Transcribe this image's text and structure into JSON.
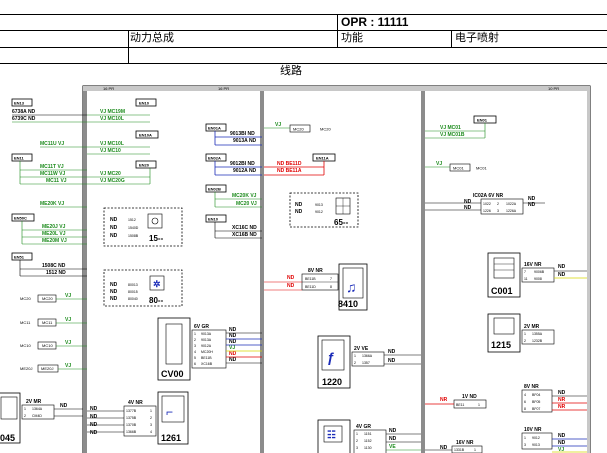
{
  "header": {
    "opr": "OPR : 11111",
    "system": "动力总成",
    "function_label": "功能",
    "function_value": "电子喷射",
    "section_title": "线路"
  },
  "frame": {
    "top_left_marker": "16 PR",
    "top_mid_marker": "16 PR",
    "top_right_marker": "10 PR"
  },
  "colors": {
    "wire_black": "#111111",
    "wire_blue": "#1a2bb8",
    "wire_red": "#e00000",
    "wire_yellow": "#d8d800",
    "grey_bar": "#8c8c8c"
  },
  "left_column": {
    "boxes": [
      "EN13",
      "EN10",
      "EN10A",
      "EN11",
      "EN20",
      "EN50C",
      "EN51"
    ],
    "labels": [
      "6738A ND",
      "6739C ND",
      "VJ MC19M",
      "VJ MC10L",
      "MC11U VJ",
      "VJ MC10L",
      "VJ MC10",
      "MC11T VJ",
      "MC11W VJ",
      "MC11 VJ",
      "VJ MC20",
      "VJ MC20G",
      "ME20K VJ",
      "ME20J VJ",
      "ME20L VJ",
      "ME20M VJ",
      "1508C ND",
      "1512 ND"
    ],
    "small_connectors": [
      {
        "code": "MC20",
        "wire": "VJ"
      },
      {
        "code": "MC11",
        "wire": "VJ"
      },
      {
        "code": "MC10",
        "wire": "VJ"
      },
      {
        "code": "ME20J",
        "wire": "VJ"
      }
    ]
  },
  "components": {
    "c15": {
      "label": "15--",
      "pins": [
        "ND",
        "ND",
        "ND"
      ],
      "wires": [
        "1512",
        "1540D",
        "1508B"
      ]
    },
    "c80": {
      "label": "80--",
      "pins": [
        "ND",
        "ND",
        "ND"
      ],
      "wires": [
        "80013",
        "80015",
        "80040"
      ]
    },
    "c65": {
      "label": "65--",
      "pins": [
        "ND",
        "ND"
      ],
      "wires": [
        "9013",
        "9012"
      ]
    },
    "c8410": {
      "label": "8410",
      "head": "8V NR",
      "pins": [
        "ND",
        "ND"
      ],
      "wires": [
        "BE11B",
        "BE11D"
      ],
      "nums": [
        "7",
        "8"
      ]
    },
    "cv00": {
      "label": "CV00",
      "head": "6V GR",
      "rows": [
        {
          "n": "1",
          "w": "9013A",
          "e": "ND"
        },
        {
          "n": "2",
          "w": "9013A",
          "e": "ND"
        },
        {
          "n": "3",
          "w": "9012A",
          "e": "ND"
        },
        {
          "n": "4",
          "w": "MC20H",
          "e": "VJ"
        },
        {
          "n": "5",
          "w": "BE11B",
          "e": "ND"
        },
        {
          "n": "6",
          "w": "XC16B",
          "e": "ND"
        }
      ]
    },
    "c1220": {
      "label": "1220",
      "head": "2V VE",
      "rows": [
        {
          "n": "1",
          "w": "1366A",
          "e": "ND"
        },
        {
          "n": "2",
          "w": "1357",
          "e": "ND"
        }
      ]
    },
    "c1261": {
      "label": "1261",
      "head": "4V NR",
      "rows": [
        {
          "n": "1",
          "w": "1377B",
          "e": ""
        },
        {
          "n": "2",
          "w": "1375B",
          "e": ""
        },
        {
          "n": "3",
          "w": "1370B",
          "e": ""
        },
        {
          "n": "4",
          "w": "1366B",
          "e": ""
        }
      ],
      "left": [
        "ND",
        "ND",
        "ND",
        "ND"
      ]
    },
    "c1045": {
      "label": "045",
      "head": "2V MR",
      "rows": [
        {
          "n": "1",
          "w": "1364A",
          "e": "ND"
        },
        {
          "n": "2",
          "w": "CM4D",
          "e": ""
        }
      ]
    },
    "c4vgr": {
      "head": "4V GR",
      "rows": [
        {
          "n": "1",
          "w": "1151",
          "e": "ND"
        },
        {
          "n": "2",
          "w": "1152",
          "e": "ND"
        },
        {
          "n": "3",
          "w": "1130",
          "e": "VE"
        }
      ]
    },
    "c001": {
      "label": "C001",
      "head": "16V NR",
      "rows": [
        {
          "n": "7",
          "w": "9006B",
          "e": "ND"
        },
        {
          "n": "11",
          "w": "9008",
          "e": "ND"
        }
      ]
    },
    "c1215": {
      "label": "1215",
      "head": "2V MR",
      "rows": [
        {
          "n": "1",
          "w": "1355A",
          "e": ""
        },
        {
          "n": "2",
          "w": "1232B",
          "e": ""
        }
      ]
    },
    "cic02a": {
      "head": "IC02A  6V NR",
      "rows": [
        {
          "n": "2",
          "w": "1022A",
          "e": "ND"
        },
        {
          "n": "3",
          "w": "1226A",
          "e": "ND"
        }
      ],
      "left": [
        "ND",
        "ND"
      ],
      "leftw": [
        "1022",
        "1226"
      ]
    },
    "c8vnr": {
      "head": "8V NR",
      "rows": [
        {
          "n": "4",
          "w": "BF04",
          "e": "ND"
        },
        {
          "n": "6",
          "w": "BF05",
          "e": "NR"
        },
        {
          "n": "8",
          "w": "BF07",
          "e": "NR"
        }
      ]
    },
    "c10vnr": {
      "head": "10V NR",
      "rows": [
        {
          "n": "1",
          "w": "9012",
          "e": "ND"
        },
        {
          "n": "3",
          "w": "9013",
          "e": "ND"
        },
        {
          "n": "",
          "w": "",
          "e": "VJ"
        }
      ]
    },
    "c1vnd": {
      "head": "1V ND",
      "rows": [
        {
          "n": "1",
          "w": "BE11",
          "e": "NR"
        }
      ]
    },
    "c16vnr_b": {
      "head": "16V NR",
      "rows": [
        {
          "n": "1",
          "w": "1331B",
          "e": "ND"
        }
      ]
    }
  },
  "middle_column": {
    "boxes": [
      "EN11A",
      "EN01A",
      "EN02A",
      "EN02B",
      "EN10"
    ],
    "labels": [
      "9013BI ND",
      "9013A ND",
      "9012BI ND",
      "9012A ND",
      "ND BE11D",
      "ND BE11A",
      "MC20K VJ",
      "MC20 VJ",
      "XC16C ND",
      "XC16B ND"
    ],
    "vj_mc20": {
      "wire": "VJ",
      "code": "MC20",
      "suffix": "MC20"
    }
  },
  "right_column": {
    "box": "EN01",
    "labels": [
      "VJ MC01",
      "VJ MC01B"
    ],
    "vj_mc01": {
      "wire": "VJ",
      "code": "MC01",
      "suffix": "MC01"
    }
  }
}
